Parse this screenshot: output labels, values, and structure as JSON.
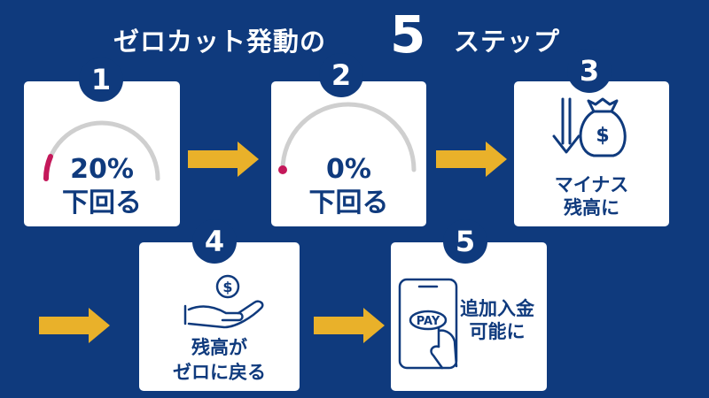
{
  "title": {
    "left": "ゼロカット発動の",
    "number": "5",
    "right": "ステップ"
  },
  "steps": [
    {
      "number": "1",
      "value": "20%",
      "text": "下回る"
    },
    {
      "number": "2",
      "value": "0%",
      "text": "下回る"
    },
    {
      "number": "3",
      "line1": "マイナス",
      "line2": "残高に"
    },
    {
      "number": "4",
      "line1": "残高が",
      "line2": "ゼロに戻る"
    },
    {
      "number": "5",
      "pay_label": "PAY",
      "line1": "追加入金",
      "line2": "可能に"
    }
  ],
  "colors": {
    "background": "#0f3a7d",
    "arrow": "#e9b12a",
    "gauge_track": "#cfcfcf",
    "gauge_level": "#c4185a"
  },
  "icons": [
    "gauge-icon",
    "down-arrow-money-bag-icon",
    "hand-coin-icon",
    "phone-pay-icon",
    "arrow-right-icon"
  ]
}
